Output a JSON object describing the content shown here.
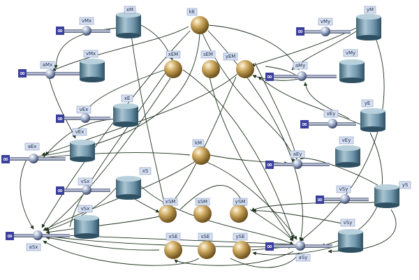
{
  "diagram": {
    "stocks": [
      {
        "id": "xM",
        "label": "xM"
      },
      {
        "id": "yM",
        "label": "yM"
      },
      {
        "id": "vMx_s",
        "label": "vMx"
      },
      {
        "id": "vMy_s",
        "label": "vMy"
      },
      {
        "id": "xE",
        "label": "xE"
      },
      {
        "id": "yE",
        "label": "yE"
      },
      {
        "id": "vEx_s",
        "label": "vEx"
      },
      {
        "id": "vEy_s",
        "label": "vEy"
      },
      {
        "id": "xS",
        "label": "xS"
      },
      {
        "id": "yS",
        "label": "yS"
      },
      {
        "id": "vSx_s",
        "label": "vSx"
      },
      {
        "id": "vSy_s",
        "label": "vSy"
      }
    ],
    "spheres": [
      {
        "id": "kE",
        "label": "kE"
      },
      {
        "id": "xEM",
        "label": "xEM"
      },
      {
        "id": "sEM",
        "label": "sEM"
      },
      {
        "id": "yEM",
        "label": "yEM"
      },
      {
        "id": "kM",
        "label": "kM"
      },
      {
        "id": "xSM",
        "label": "xSM"
      },
      {
        "id": "sSM",
        "label": "sSM"
      },
      {
        "id": "ySM",
        "label": "ySM"
      },
      {
        "id": "xSE",
        "label": "xSE"
      },
      {
        "id": "sSE",
        "label": "sSE"
      },
      {
        "id": "ySE",
        "label": "ySE"
      }
    ],
    "flows": [
      {
        "id": "vMx",
        "label": "vMx"
      },
      {
        "id": "aMx",
        "label": "aMx"
      },
      {
        "id": "vMy",
        "label": "vMy"
      },
      {
        "id": "aMy",
        "label": "aMy"
      },
      {
        "id": "vEx",
        "label": "vEx"
      },
      {
        "id": "aEx",
        "label": "aEx"
      },
      {
        "id": "vEy",
        "label": "vEy"
      },
      {
        "id": "aEy",
        "label": "aEy"
      },
      {
        "id": "vSx",
        "label": "vSx"
      },
      {
        "id": "aSx",
        "label": "aSx"
      },
      {
        "id": "vSy",
        "label": "vSy"
      },
      {
        "id": "aSy",
        "label": "aSy"
      }
    ],
    "source_symbol": "∞",
    "colors": {
      "sphere": "#c9a65a",
      "cylinder": "#6f96ac",
      "valve": "#9aa8c6",
      "source": "#3a3f9e",
      "edge": "#1e321e",
      "label_bg": "#d6e0f2"
    }
  }
}
